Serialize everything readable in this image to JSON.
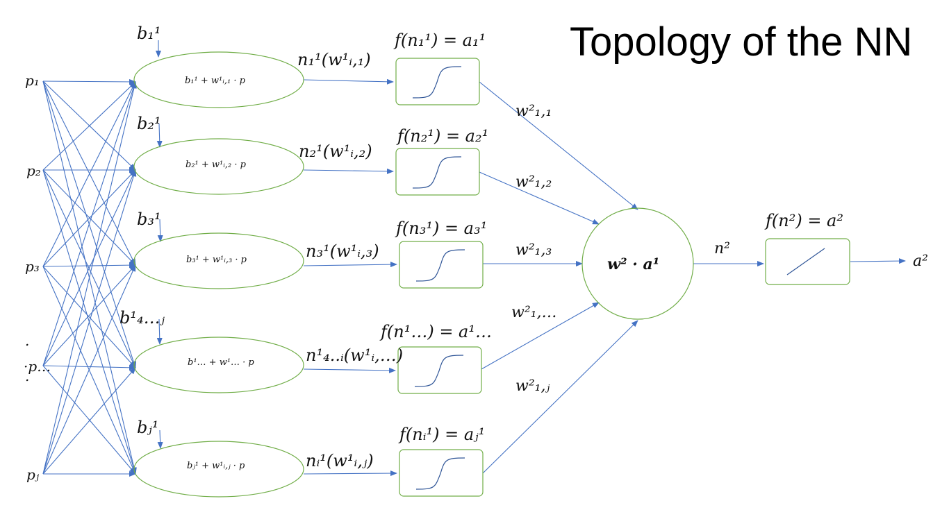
{
  "title": "Topology of the NN",
  "inputs": [
    "p₁",
    "p₂",
    "p₃",
    "·p…",
    "pⱼ"
  ],
  "input_dots": ".",
  "biases": [
    "b₁¹",
    "b₂¹",
    "b₃¹",
    "b¹₄…ⱼ",
    "bⱼ¹"
  ],
  "neurons": [
    "b₁¹ + w¹ᵢ,₁ · p",
    "b₂¹ + w¹ᵢ,₂ · p",
    "b₃¹ + w¹ᵢ,₃ · p",
    "b¹… + w¹… · p",
    "bⱼ¹ + w¹ᵢ,ⱼ · p"
  ],
  "net_labels": [
    "n₁¹(w¹ᵢ,₁)",
    "n₂¹(w¹ᵢ,₂)",
    "n₃¹(w¹ᵢ,₃)",
    "n¹₄..ᵢ(w¹ᵢ,…)",
    "nᵢ¹(w¹ᵢ,ⱼ)"
  ],
  "activation_labels": [
    "f(n₁¹) = a₁¹",
    "f(n₂¹) = a₂¹",
    "f(n₃¹) = a₃¹",
    "f(n¹…) = a¹…",
    "f(nᵢ¹) = aⱼ¹"
  ],
  "weights": [
    "w²₁,₁",
    "w²₁,₂",
    "w²₁,₃",
    "w²₁,…",
    "w²₁,ⱼ"
  ],
  "output_neuron": "w² · a¹",
  "output_net": "n²",
  "output_activation": "f(n²) = a²",
  "output": "a²",
  "colors": {
    "arrow": "#4472C4",
    "node": "#70AD47",
    "curve": "#2F5597"
  }
}
